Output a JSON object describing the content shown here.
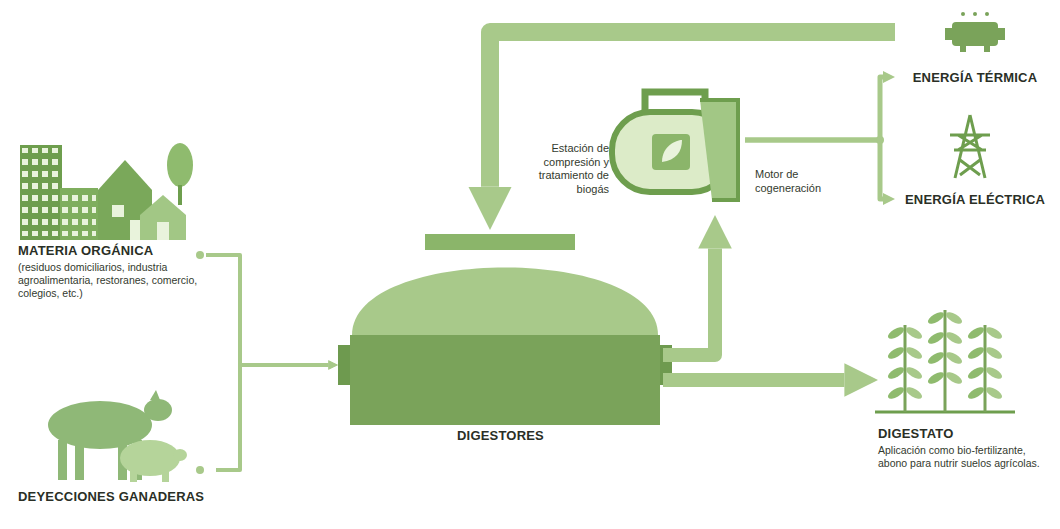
{
  "diagram": {
    "nodes": [
      {
        "text": [
          "MATERIA ORGÁNICA",
          "(residuos domiciliarios, industria agroalimentaria, restoranes, comercio, colegios, etc.)"
        ]
      },
      {
        "text": [
          "DEYECCIONES GANADERAS"
        ]
      },
      {
        "text": [
          "DIGESTORES"
        ]
      },
      {
        "text": [
          "Estación de compresión y tratamiento de biogás",
          "Motor de cogeneración"
        ]
      },
      {
        "text": [
          "ENERGÍA TÉRMICA"
        ]
      },
      {
        "text": [
          "ENERGÍA ELÉCTRICA"
        ]
      },
      {
        "text": [
          "DIGESTATO",
          "Aplicación como bio-fertilizante, abono para nutrir suelos agrícolas."
        ]
      }
    ],
    "edges": [
      {
        "from": 0,
        "to": 2,
        "arrow": "to"
      },
      {
        "from": 1,
        "to": 2,
        "arrow": "to"
      },
      {
        "from": 2,
        "to": 3,
        "arrow": "to"
      },
      {
        "from": 3,
        "to": 4,
        "arrow": "to"
      },
      {
        "from": 3,
        "to": 5,
        "arrow": "to"
      },
      {
        "from": 2,
        "to": 6,
        "arrow": "to"
      },
      {
        "from": 4,
        "to": 2,
        "arrow": "to"
      }
    ]
  }
}
